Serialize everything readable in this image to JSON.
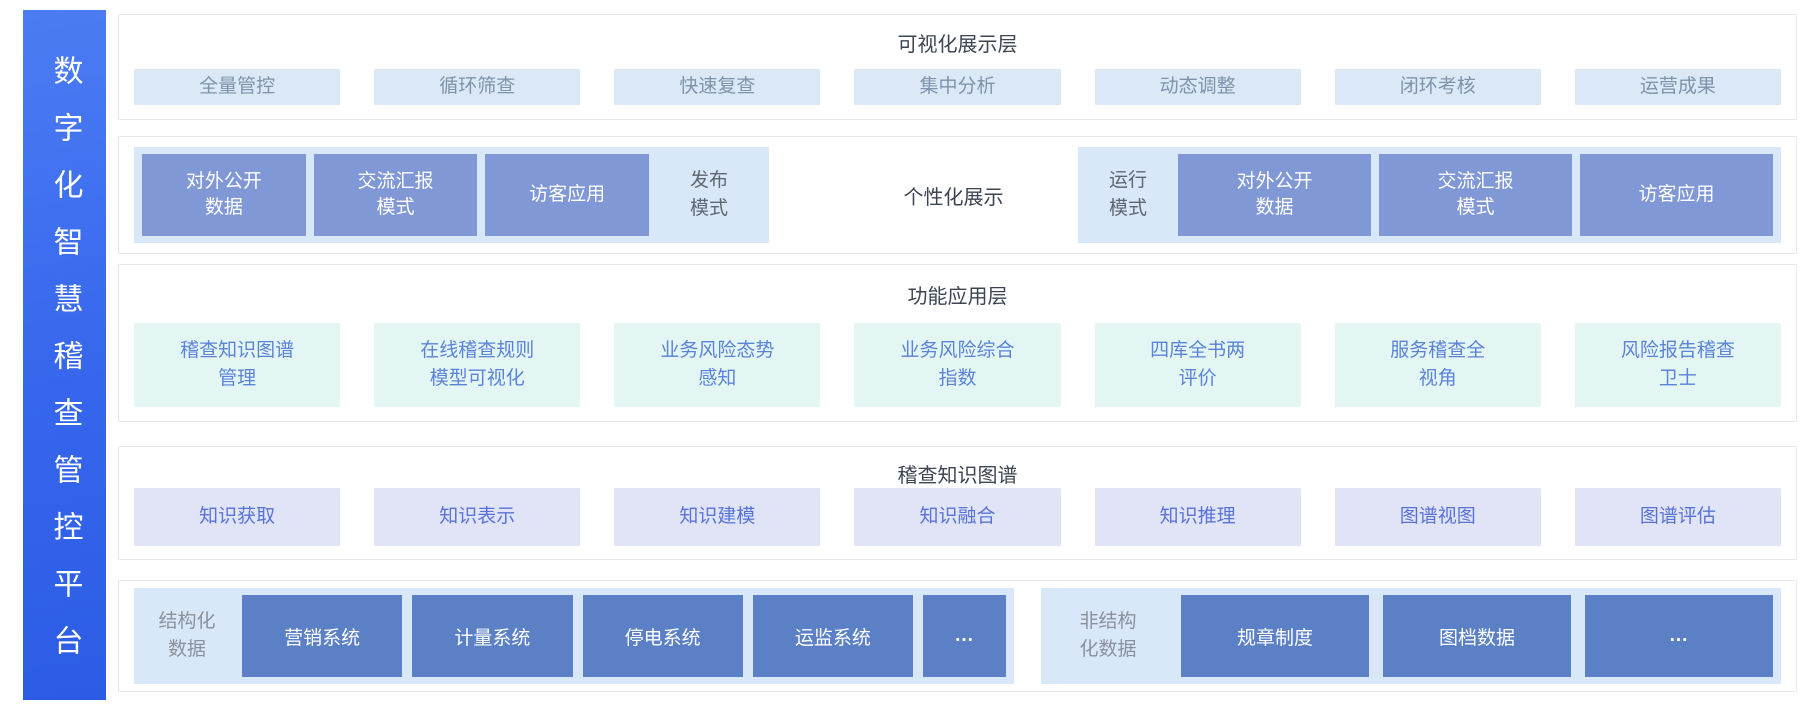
{
  "platform_title": "数字化智慧稽查管控平台",
  "colors": {
    "sidebar_gradient_top": "#4C7CF3",
    "sidebar_gradient_bottom": "#2C5CE5",
    "panel_border": "#E4E7EC",
    "chip_blue_bg": "#DBE8F6",
    "chip_blue_text": "#7E93AC",
    "chip_mint_bg": "#E3F6F4",
    "chip_mint_text": "#5B83D7",
    "chip_lavender_bg": "#E1E4F7",
    "chip_lavender_text": "#5873D6",
    "pale_panel_bg": "#D9E8F8",
    "mode_box_bg": "#8098D6",
    "data_box_bg": "#5B80C5",
    "title_text": "#3D4553"
  },
  "layers": {
    "visualization": {
      "title": "可视化展示层",
      "items": [
        "全量管控",
        "循环筛查",
        "快速复查",
        "集中分析",
        "动态调整",
        "闭环考核",
        "运营成果"
      ]
    },
    "modes": {
      "publish": {
        "label": "发布\n模式",
        "items": [
          "对外公开\n数据",
          "交流汇报\n模式",
          "访客应用"
        ]
      },
      "personalized_label": "个性化展示",
      "run": {
        "label": "运行\n模式",
        "items": [
          "对外公开\n数据",
          "交流汇报\n模式",
          "访客应用"
        ]
      }
    },
    "function": {
      "title": "功能应用层",
      "items": [
        "稽查知识图谱\n管理",
        "在线稽查规则\n模型可视化",
        "业务风险态势\n感知",
        "业务风险综合\n指数",
        "四库全书两\n评价",
        "服务稽查全\n视角",
        "风险报告稽查\n卫士"
      ]
    },
    "knowledge": {
      "title": "稽查知识图谱",
      "items": [
        "知识获取",
        "知识表示",
        "知识建模",
        "知识融合",
        "知识推理",
        "图谱视图",
        "图谱评估"
      ]
    },
    "data": {
      "structured": {
        "label": "结构化\n数据",
        "items": [
          "营销系统",
          "计量系统",
          "停电系统",
          "运监系统"
        ],
        "more": "..."
      },
      "unstructured": {
        "label": "非结构\n化数据",
        "items": [
          "规章制度",
          "图档数据"
        ],
        "more": "..."
      }
    }
  }
}
